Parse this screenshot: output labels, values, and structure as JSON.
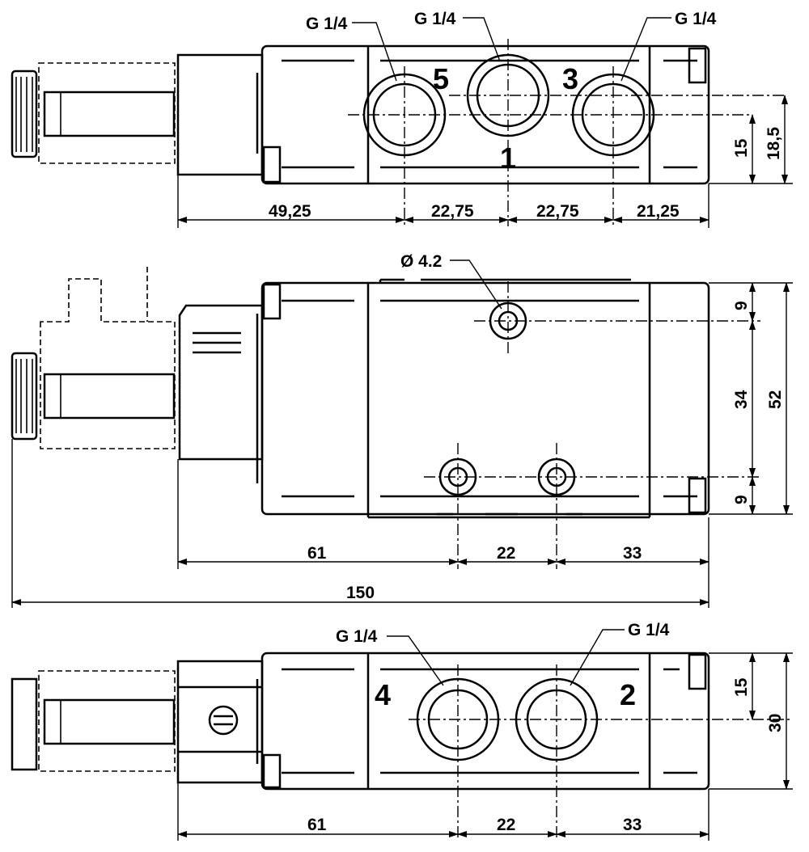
{
  "top_view": {
    "callouts": [
      "G 1/4",
      "G 1/4",
      "G 1/4"
    ],
    "ports": [
      "5",
      "1",
      "3"
    ],
    "dims_h": [
      "49,25",
      "22,75",
      "22,75",
      "21,25"
    ],
    "dims_v": [
      "15",
      "18,5"
    ]
  },
  "middle_view": {
    "callout_hole": "Ø 4.2",
    "dims_h": [
      "61",
      "22",
      "33"
    ],
    "dim_total": "150",
    "dims_v": [
      "9",
      "34",
      "9",
      "52"
    ]
  },
  "bottom_view": {
    "callouts": [
      "G 1/4",
      "G 1/4"
    ],
    "ports": [
      "4",
      "2"
    ],
    "dims_h": [
      "61",
      "22",
      "33"
    ],
    "dims_v": [
      "15",
      "30"
    ]
  }
}
